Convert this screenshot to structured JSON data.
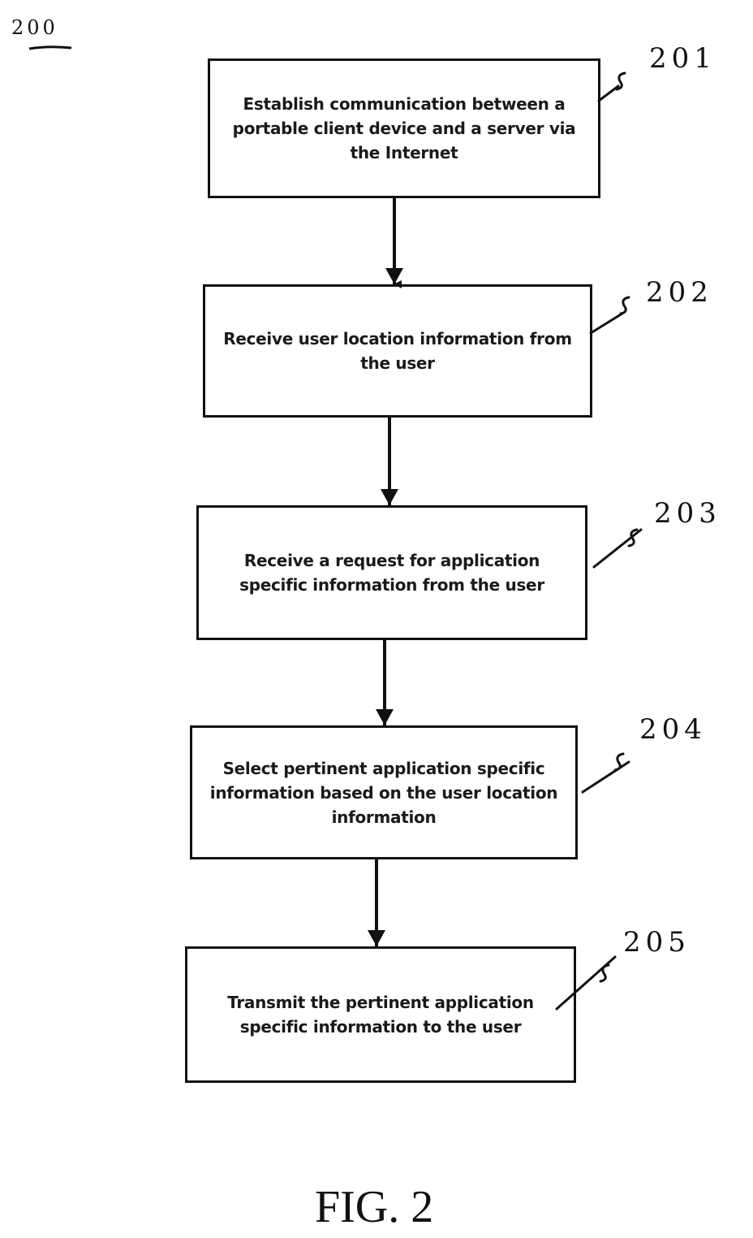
{
  "figure": {
    "number_label": "200",
    "caption": "FIG. 2"
  },
  "steps": [
    {
      "ref": "201",
      "text": "Establish communication between a portable client device and a server via the Internet"
    },
    {
      "ref": "202",
      "text": "Receive user location information from the user"
    },
    {
      "ref": "203",
      "text": "Receive a request for application specific information from the user"
    },
    {
      "ref": "204",
      "text": "Select pertinent application specific information based on the user location information"
    },
    {
      "ref": "205",
      "text": "Transmit the pertinent application specific information to the user"
    }
  ],
  "colors": {
    "ink": "#111111",
    "background": "#ffffff"
  }
}
